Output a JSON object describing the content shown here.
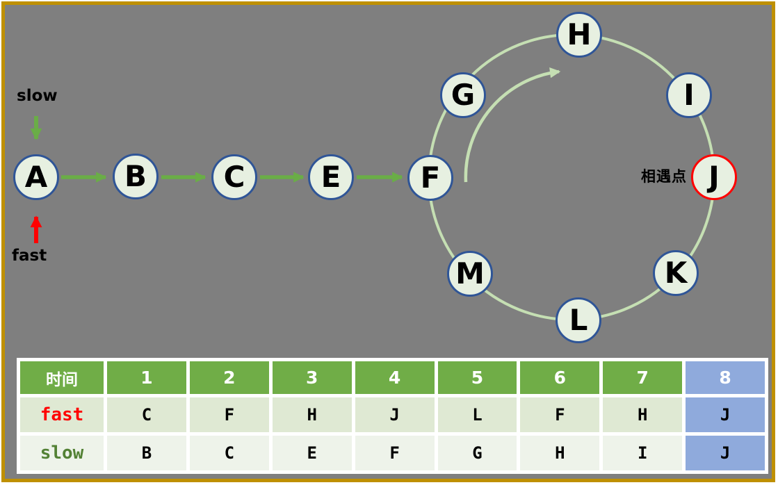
{
  "diagram": {
    "slow_pointer_label": "slow",
    "fast_pointer_label": "fast",
    "meeting_point_label": "相遇点",
    "meeting_node": "J",
    "linear_chain": [
      "A",
      "B",
      "C",
      "E",
      "F"
    ],
    "cycle": [
      "F",
      "G",
      "H",
      "I",
      "J",
      "K",
      "L",
      "M"
    ],
    "nodes": [
      {
        "label": "A"
      },
      {
        "label": "B"
      },
      {
        "label": "C"
      },
      {
        "label": "E"
      },
      {
        "label": "F"
      },
      {
        "label": "G"
      },
      {
        "label": "H"
      },
      {
        "label": "I"
      },
      {
        "label": "J",
        "meeting": true
      },
      {
        "label": "K"
      },
      {
        "label": "L"
      },
      {
        "label": "M"
      }
    ],
    "colors": {
      "background": "#7f7f7f",
      "frame_border": "#bf9000",
      "node_fill": "#e7f0e1",
      "node_border": "#2f5597",
      "meeting_border": "#ff0000",
      "arrow_green": "#6aad47",
      "arrow_red": "#ff0000",
      "cycle_ring": "#c5dfb3"
    }
  },
  "table": {
    "header": [
      "时间",
      "1",
      "2",
      "3",
      "4",
      "5",
      "6",
      "7",
      "8"
    ],
    "rows": [
      {
        "label": "fast",
        "label_color": "#ff0000",
        "cells": [
          "C",
          "F",
          "H",
          "J",
          "L",
          "F",
          "H",
          "J"
        ]
      },
      {
        "label": "slow",
        "label_color": "#538135",
        "cells": [
          "B",
          "C",
          "E",
          "F",
          "G",
          "H",
          "I",
          "J"
        ]
      }
    ],
    "highlight_column": "8",
    "colors": {
      "header_green": "#70ad47",
      "highlight_blue": "#8faadc",
      "fast_band": "#dfe9d3",
      "slow_band": "#eef3ea"
    }
  }
}
